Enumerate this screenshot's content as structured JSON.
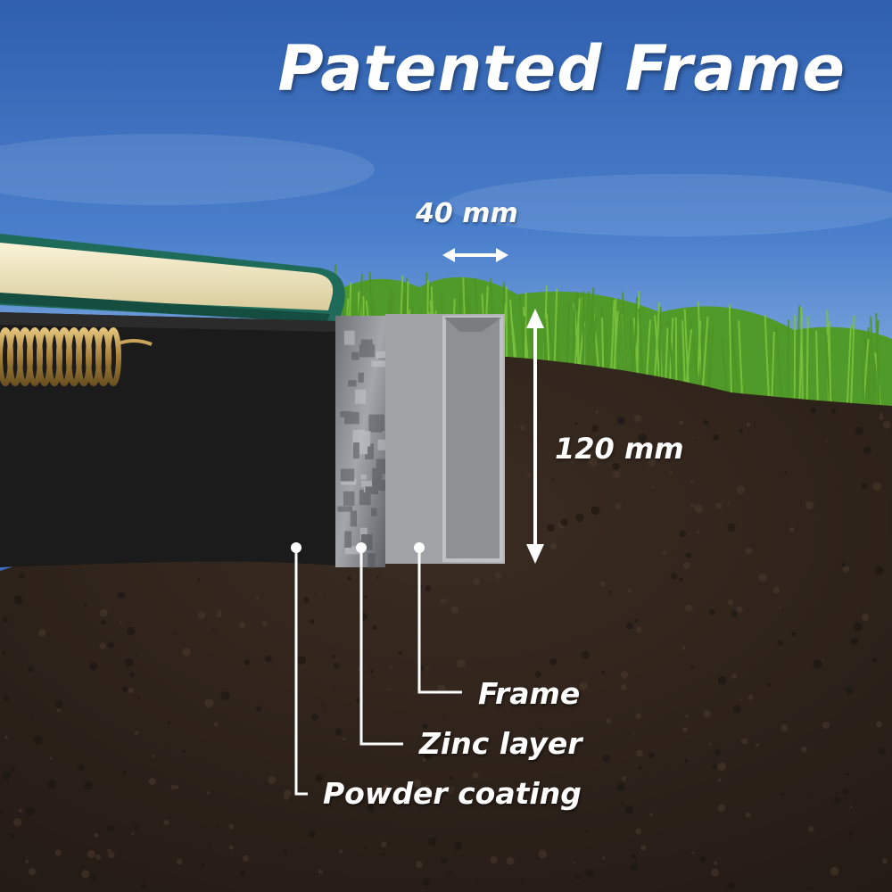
{
  "title": "Patented Frame",
  "dimensions": {
    "width": "40 mm",
    "height": "120 mm"
  },
  "callouts": {
    "frame": "Frame",
    "zinc": "Zinc layer",
    "powder": "Powder coating"
  },
  "colors": {
    "sky": "#3f74c6",
    "grass": "#5fa82e",
    "soil": "#2e231c",
    "powder_coating": "#1c1c1c",
    "zinc": "#8c9095",
    "frame_steel": "#a6a8ab",
    "pad": "#efe6c4",
    "spring": "#b8914a"
  }
}
